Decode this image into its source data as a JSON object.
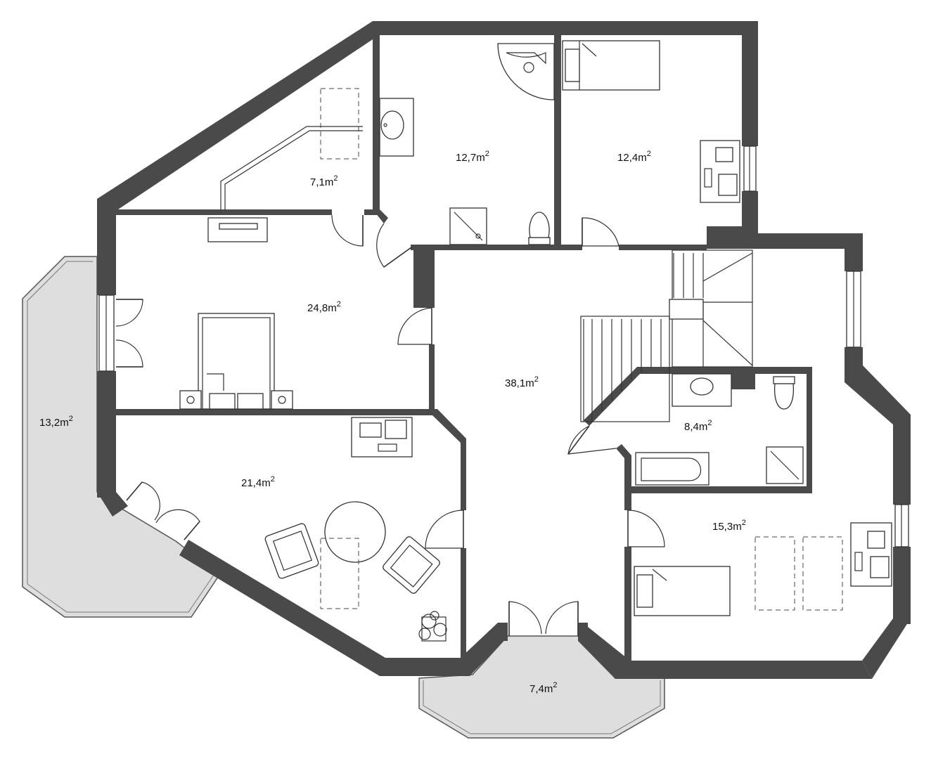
{
  "rooms": [
    {
      "id": "attic-storage",
      "area": "7,1m",
      "unit_exp": "2"
    },
    {
      "id": "bathroom-large",
      "area": "12,7m",
      "unit_exp": "2"
    },
    {
      "id": "bedroom-ne",
      "area": "12,4m",
      "unit_exp": "2"
    },
    {
      "id": "bedroom-main",
      "area": "24,8m",
      "unit_exp": "2"
    },
    {
      "id": "balcony-west",
      "area": "13,2m",
      "unit_exp": "2"
    },
    {
      "id": "hall",
      "area": "38,1m",
      "unit_exp": "2"
    },
    {
      "id": "bathroom-small",
      "area": "8,4m",
      "unit_exp": "2"
    },
    {
      "id": "living-room",
      "area": "21,4m",
      "unit_exp": "2"
    },
    {
      "id": "bedroom-se",
      "area": "15,3m",
      "unit_exp": "2"
    },
    {
      "id": "balcony-south",
      "area": "7,4m",
      "unit_exp": "2"
    }
  ],
  "colors": {
    "wall": "#4a4a4a",
    "balcony": "#dedede",
    "background": "#ffffff",
    "line": "#333333"
  }
}
